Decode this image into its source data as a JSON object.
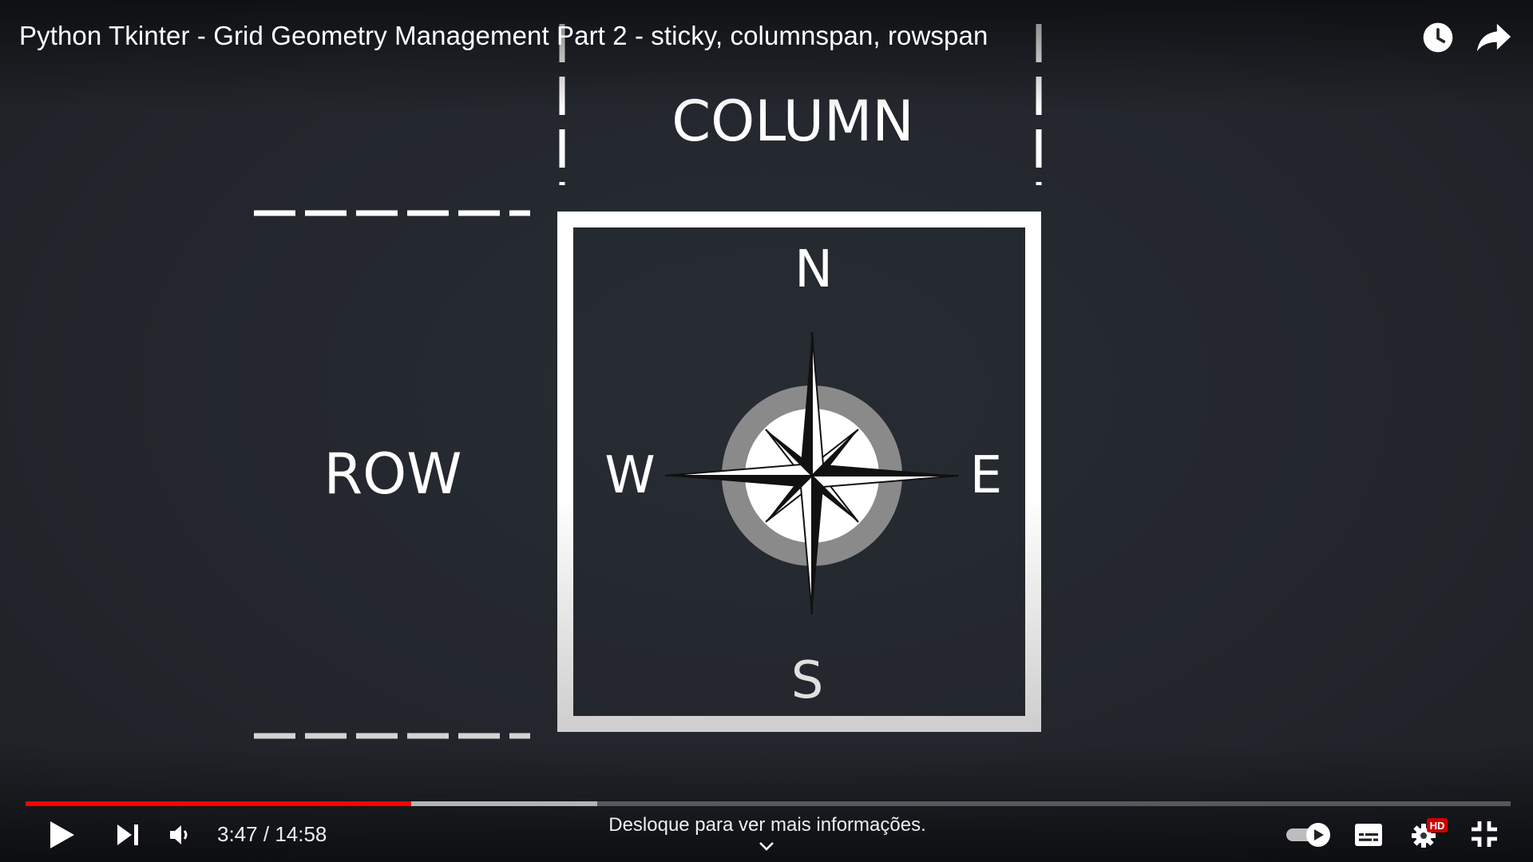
{
  "video": {
    "title": "Python Tkinter - Grid Geometry Management Part 2 - sticky, columnspan, rowspan"
  },
  "slide": {
    "column_label": "COLUMN",
    "row_label": "ROW",
    "north": "N",
    "south": "S",
    "west": "W",
    "east": "E"
  },
  "player": {
    "current_time": "3:47",
    "separator": "/",
    "duration": "14:58",
    "progress_fraction": 0.2598,
    "buffered_fraction": 0.385,
    "scroll_hint": "Desloque para ver mais informações.",
    "settings_badge": "HD",
    "autoplay_on": true
  },
  "icons": {
    "watch_later": "clock-icon",
    "share": "share-arrow-icon",
    "play": "play-icon",
    "next": "skip-next-icon",
    "volume": "volume-icon",
    "autoplay": "autoplay-toggle-icon",
    "subtitles": "subtitles-icon",
    "settings": "gear-icon",
    "fullscreen_exit": "exit-fullscreen-icon",
    "chevron": "chevron-down-icon"
  },
  "colors": {
    "progress_played": "#ff0000",
    "hd_badge": "#cc0000",
    "background": "#22262c"
  }
}
